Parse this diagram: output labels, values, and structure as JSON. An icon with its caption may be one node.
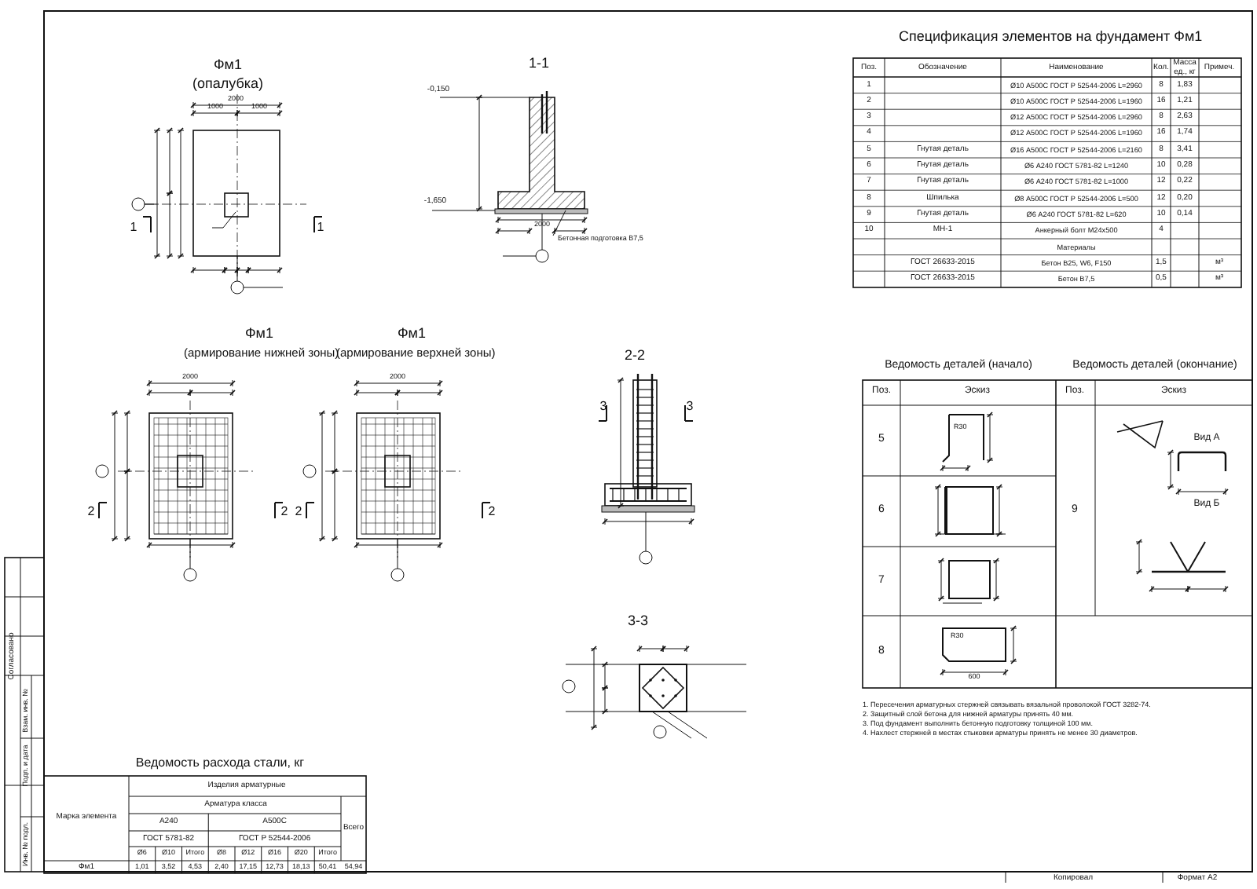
{
  "diagram": {
    "labels": [
      "Фм1",
      "(опалубка)",
      "2000",
      "1000",
      "1000",
      "1",
      "1",
      "1-1",
      "-0,150",
      "-1,650",
      "2000",
      "Бетонная подготовка В7,5",
      "Спецификация элементов на фундамент Фм1",
      "Поз.",
      "Обозначение",
      "Наименование",
      "Кол.",
      "Масса ед., кг",
      "Примеч.",
      "1",
      "Ø10 А500С ГОСТ Р 52544-2006 L=2960",
      "8",
      "1,83",
      "2",
      "Ø10 А500С ГОСТ Р 52544-2006 L=1960",
      "16",
      "1,21",
      "3",
      "Ø12 А500С ГОСТ Р 52544-2006 L=2960",
      "8",
      "2,63",
      "4",
      "Ø12 А500С ГОСТ Р 52544-2006 L=1960",
      "16",
      "1,74",
      "5",
      "Гнутая деталь",
      "Ø16 А500С ГОСТ Р 52544-2006 L=2160",
      "8",
      "3,41",
      "6",
      "Гнутая деталь",
      "Ø6 А240 ГОСТ 5781-82 L=1240",
      "10",
      "0,28",
      "7",
      "Гнутая деталь",
      "Ø6 А240 ГОСТ 5781-82 L=1000",
      "12",
      "0,22",
      "8",
      "Шпилька",
      "Ø8 А500С ГОСТ Р 52544-2006 L=500",
      "12",
      "0,20",
      "9",
      "Гнутая деталь",
      "Ø6 А240 ГОСТ 5781-82 L=620",
      "10",
      "0,14",
      "10",
      "МН-1",
      "Анкерный болт М24х500",
      "4",
      "Материалы",
      "ГОСТ 26633-2015",
      "Бетон В25, W6, F150",
      "1,5",
      "м³",
      "ГОСТ 26633-2015",
      "Бетон В7,5",
      "0,5",
      "м³",
      "Фм1",
      "(армирование нижней зоны)",
      "2000",
      "Фм1",
      "(армирование верхней зоны)",
      "2000",
      "2",
      "2",
      "2",
      "2",
      "2-2",
      "3",
      "3",
      "3-3",
      "Ведомость деталей (начало)",
      "Ведомость деталей (окончание)",
      "Поз.",
      "Эскиз",
      "Поз.",
      "Эскиз",
      "5",
      "6",
      "7",
      "8",
      "9",
      "R30",
      "R30",
      "600",
      "Вид А",
      "Вид Б",
      "1. Пересечения арматурных стержней связывать вязальной проволокой ГОСТ 3282-74.",
      "2. Защитный слой бетона для нижней арматуры принять 40 мм.",
      "3. Под фундамент выполнить бетонную подготовку толщиной 100 мм.",
      "4. Нахлест стержней в местах стыковки арматуры принять не менее 30 диаметров.",
      "Ведомость расхода стали, кг",
      "Марка элемента",
      "Изделия арматурные",
      "Арматура класса",
      "Всего",
      "А240",
      "А500С",
      "ГОСТ 5781-82",
      "ГОСТ Р 52544-2006",
      "Ø6",
      "Ø10",
      "Итого",
      "Ø8",
      "Ø12",
      "Ø16",
      "Ø20",
      "Итого",
      "Фм1",
      "1,01",
      "3,52",
      "4,53",
      "2,40",
      "17,15",
      "12,73",
      "18,13",
      "50,41",
      "54,94",
      "Согласовано",
      "Взам. инв. №",
      "Подп. и дата",
      "Инв. № подл.",
      "Копировал",
      "Формат А2"
    ]
  }
}
